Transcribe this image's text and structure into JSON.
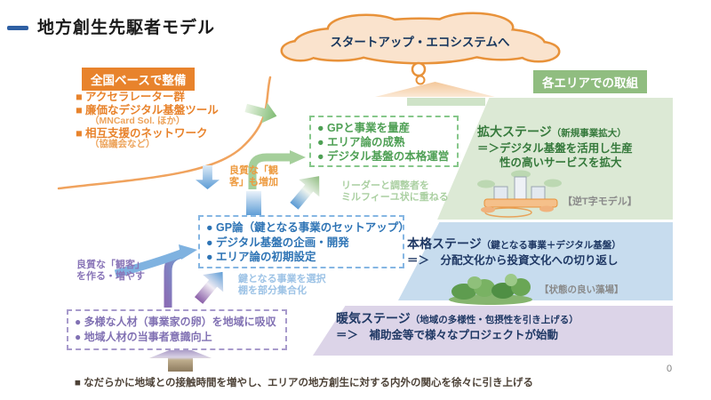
{
  "slide": {
    "title": "地方創生先駆者モデル",
    "page_number": "0"
  },
  "cloud": {
    "label": "スタートアップ・エコシステムへ"
  },
  "national": {
    "badge": "全国ベースで整備",
    "items": [
      "■ アクセラレーター群",
      "■ 廉価なデジタル基盤ツール",
      "（MNCard Sol. ほか）",
      "■ 相互支援のネットワーク",
      "（協議会など）"
    ]
  },
  "area_badge": "各エリアでの取組",
  "boxes": {
    "growth": {
      "items": [
        "● GPと事業を量産",
        "● エリア論の成熟",
        "● デジタル基盤の本格運営"
      ]
    },
    "setup": {
      "items": [
        "● GP論（鍵となる事業のセットアップ）",
        "● デジタル基盤の企画・開発",
        "● エリア論の初期設定"
      ]
    },
    "people": {
      "items": [
        "● 多様な人材（事業家の卵）を地域に吸収",
        "● 地域人材の当事者意識向上"
      ]
    }
  },
  "stages": {
    "expand": {
      "title": "拡大ステージ",
      "qualifier": "（新規事業拡大）",
      "body": "＝＞デジタル基盤を活用し生産\n　　性の高いサービスを拡大",
      "caption": "【逆T字モデル】"
    },
    "honkaku": {
      "title": "本格ステージ",
      "qualifier": "（鍵となる事業＋デジタル基盤）",
      "body": "＝＞　分配文化から投資文化への切り返し",
      "caption": "【状態の良い藻場】"
    },
    "danki": {
      "title": "暖気ステージ",
      "qualifier": "（地域の多様性・包摂性を引き上げる）",
      "body": "＝＞　補助金等で様々なプロジェクトが始動"
    }
  },
  "annotations": {
    "audience_increase": "良質な「観\n客」も増加",
    "audience_create": "良質な「観客」\nを作る・増やす",
    "leaders": "リーダーと調整者を\nミルフィーユ状に重ねる",
    "key_select": "鍵となる事業を選択\n棚を部分集合化"
  },
  "footer": {
    "note": "■ なだらかに地域との接触時間を増やし、エリアの地方創生に対する内外の関心を徐々に引き上げる"
  },
  "colors": {
    "orange": "#E8832C",
    "green_badge": "#90BD80",
    "stage_green_bg": "#DCE9D5",
    "stage_blue_bg": "#C7DCEE",
    "stage_purple_bg": "#DCD4E8",
    "navy": "#1F3864",
    "box_green_text": "#4FA055",
    "box_blue_text": "#2E74B5",
    "box_purple_text": "#8171B3"
  }
}
